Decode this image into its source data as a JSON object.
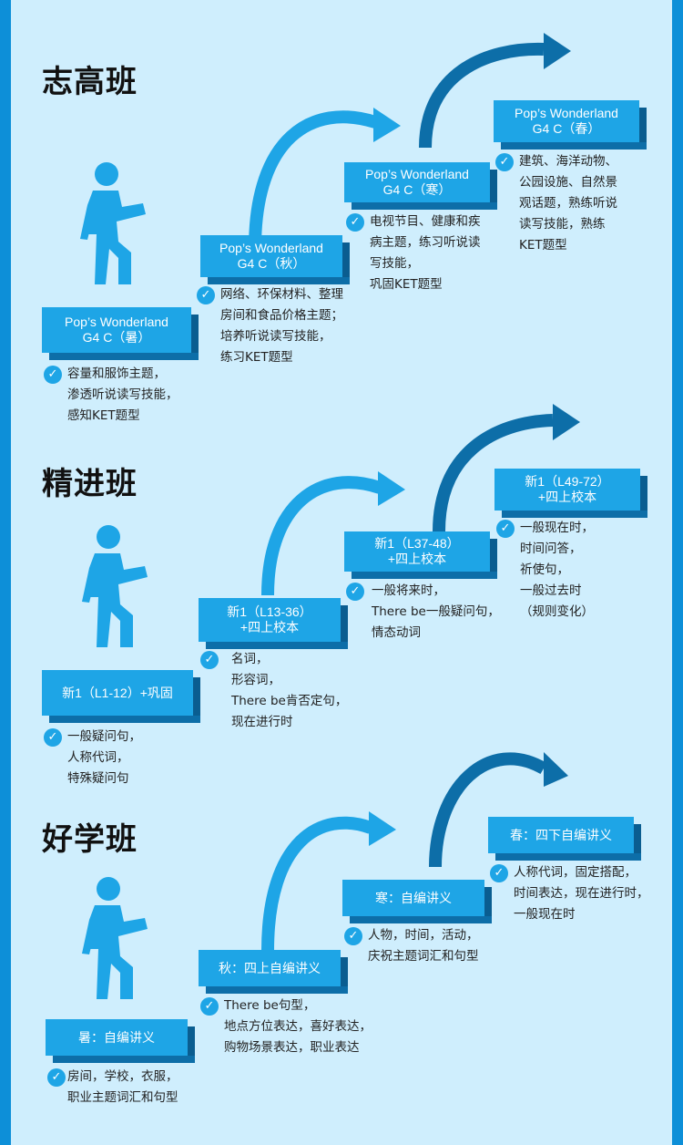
{
  "sections": [
    {
      "title": "志高班",
      "steps": [
        {
          "lines": [
            "Pop’s Wonderland",
            "G4 C（暑）"
          ],
          "desc": [
            "容量和服饰主题，",
            "渗透听说读写技能，",
            "感知KET题型"
          ]
        },
        {
          "lines": [
            "Pop’s Wonderland",
            "G4 C（秋）"
          ],
          "desc": [
            "网络、环保材料、整理",
            "房间和食品价格主题；",
            "培养听说读写技能，",
            "练习KET题型"
          ]
        },
        {
          "lines": [
            "Pop’s Wonderland",
            "G4 C（寒）"
          ],
          "desc": [
            "电视节目、健康和疾",
            "病主题，练习听说读",
            "写技能，",
            "巩固KET题型"
          ]
        },
        {
          "lines": [
            "Pop’s Wonderland",
            "G4 C（春）"
          ],
          "desc": [
            "建筑、海洋动物、",
            "公园设施、自然景",
            "观话题，熟练听说",
            "读写技能，熟练",
            "KET题型"
          ]
        }
      ]
    },
    {
      "title": "精进班",
      "steps": [
        {
          "lines": [
            "新1（L1-12）+巩固"
          ],
          "desc": [
            "一般疑问句，",
            "人称代词，",
            "特殊疑问句"
          ]
        },
        {
          "lines": [
            "新1（L13-36）",
            "+四上校本"
          ],
          "desc": [
            "名词，",
            "形容词，",
            "There be肯否定句，",
            "现在进行时"
          ]
        },
        {
          "lines": [
            "新1（L37-48）",
            "+四上校本"
          ],
          "desc": [
            "一般将来时，",
            "There be一般疑问句，",
            "情态动词"
          ]
        },
        {
          "lines": [
            "新1（L49-72）",
            "+四上校本"
          ],
          "desc": [
            "一般现在时，",
            "时间问答，",
            "祈使句，",
            "一般过去时",
            "（规则变化）"
          ]
        }
      ]
    },
    {
      "title": "好学班",
      "steps": [
        {
          "lines": [
            "暑：自编讲义"
          ],
          "desc": [
            "房间，学校，衣服，",
            "职业主题词汇和句型"
          ]
        },
        {
          "lines": [
            "秋：四上自编讲义"
          ],
          "desc": [
            "There be句型，",
            "地点方位表达，喜好表达，",
            "购物场景表达，职业表达"
          ]
        },
        {
          "lines": [
            "寒：自编讲义"
          ],
          "desc": [
            "人物，时间，活动，",
            "庆祝主题词汇和句型"
          ]
        },
        {
          "lines": [
            "春：四下自编讲义"
          ],
          "desc": [
            "人称代词，固定搭配，",
            "时间表达，现在进行时，",
            "一般现在时"
          ]
        }
      ]
    }
  ],
  "colors": {
    "frame": "#0d8fd8",
    "background": "#cfeefd",
    "box": "#1ea5e6",
    "arrow_light": "#1ea5e6",
    "arrow_dark": "#0d6ea8"
  }
}
